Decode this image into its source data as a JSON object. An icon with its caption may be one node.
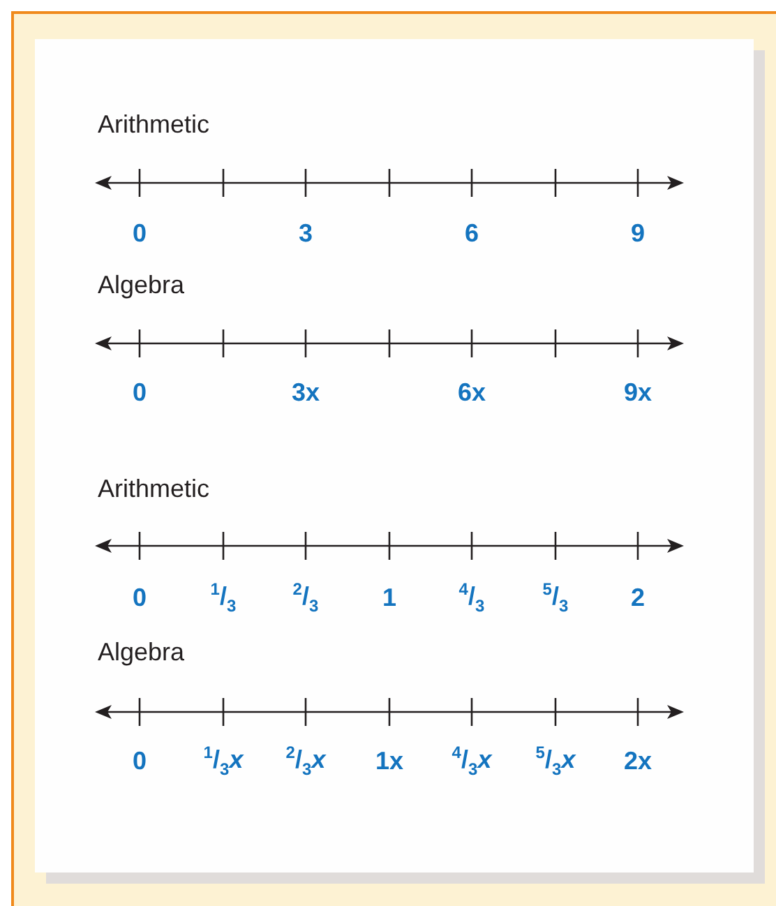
{
  "diagram": {
    "labels": [
      "Arithmetic",
      "0",
      "3",
      "6",
      "9",
      "Algebra",
      "0",
      "3x",
      "6x",
      "9x",
      "Arithmetic",
      "0",
      "$^{1}$/$_{3}$",
      "$^{2}$/$_{3}$",
      "1",
      "$^{4}$/$_{3}$",
      "$^{5}$/$_{3}$",
      "2",
      "Algebra",
      "0",
      "$^{1}$/$_{3}$*x*",
      "$^{2}$/$_{3}$*x*",
      "1x",
      "$^{4}$/$_{3}$*x*",
      "$^{5}$/$_{3}$*x*",
      "2x"
    ]
  }
}
